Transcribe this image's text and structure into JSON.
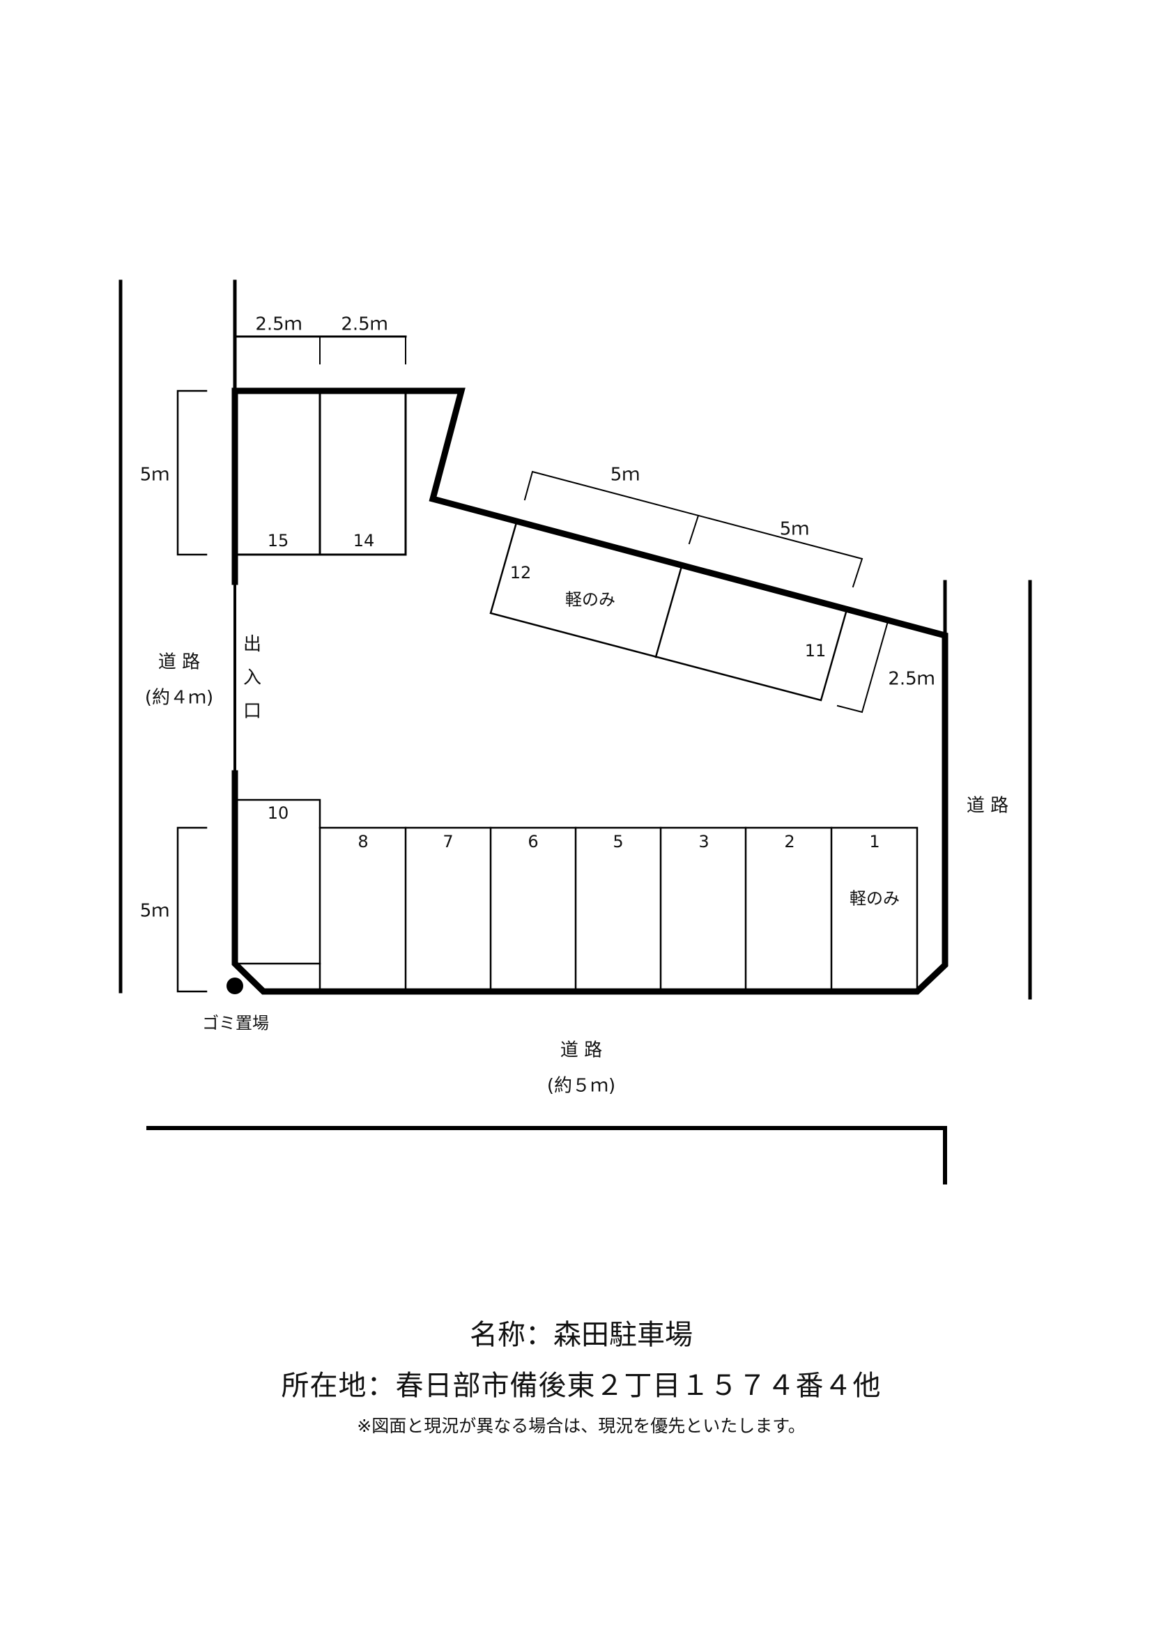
{
  "dimensions": {
    "top_left_width": "2.5ｍ",
    "top_right_width": "2.5ｍ",
    "top_depth": "5ｍ",
    "bottom_depth": "5ｍ",
    "diag_length_1": "5ｍ",
    "diag_length_2": "5ｍ",
    "diag_width": "2.5ｍ"
  },
  "slots": {
    "s15": "15",
    "s14": "14",
    "s12": "12",
    "s11": "11",
    "s10": "10",
    "s8": "8",
    "s7": "7",
    "s6": "6",
    "s5": "5",
    "s3": "3",
    "s2": "2",
    "s1": "1"
  },
  "notes": {
    "kei_only_12": "軽のみ",
    "kei_only_1": "軽のみ",
    "entrance": "出入口",
    "garbage": "ゴミ置場"
  },
  "roads": {
    "left": "道 路",
    "left_width": "(約４ｍ)",
    "right": "道 路",
    "bottom": "道 路",
    "bottom_width": "(約５ｍ)"
  },
  "footer": {
    "name": "名称：森田駐車場",
    "address": "所在地：春日部市備後東２丁目１５７４番４他",
    "disclaimer": "※図面と現況が異なる場合は、現況を優先といたします。"
  }
}
